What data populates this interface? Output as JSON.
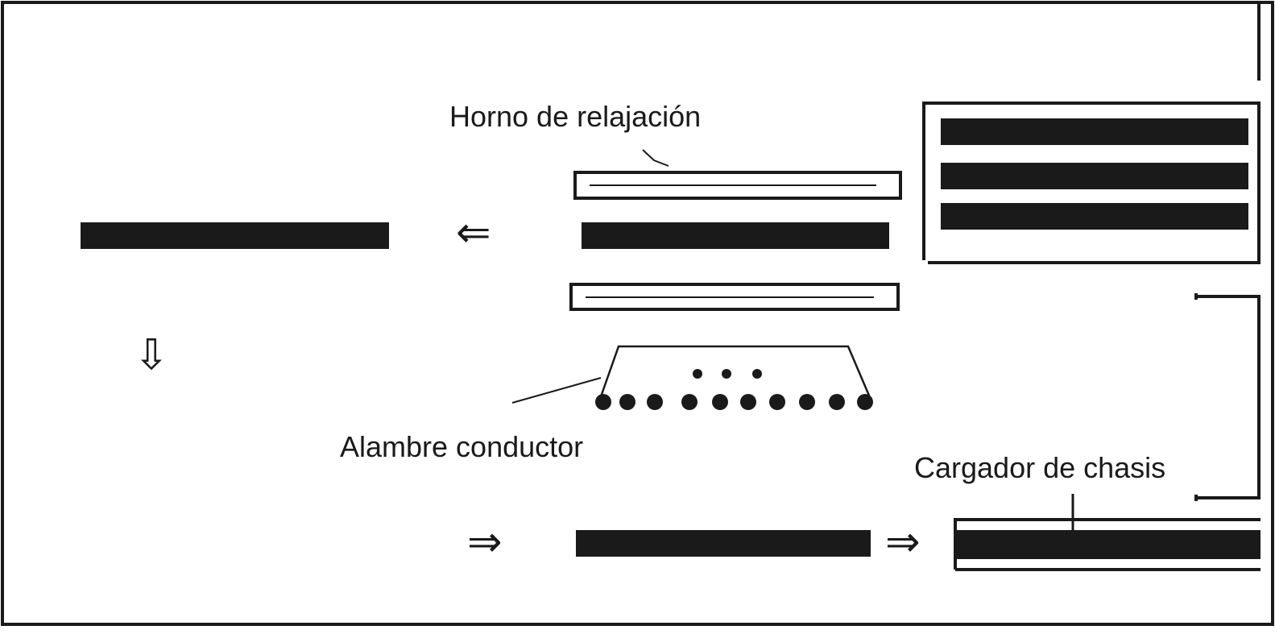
{
  "labels": {
    "annealing_oven": "Horno de relajación",
    "conductor_wire": "Alambre conductor",
    "chassis_loader": "Cargador de chasis"
  },
  "arrows": {
    "left": "⇐",
    "down": "⇩",
    "right": "⇒"
  },
  "colors": {
    "ink": "#1a1a1a",
    "background": "#ffffff"
  }
}
